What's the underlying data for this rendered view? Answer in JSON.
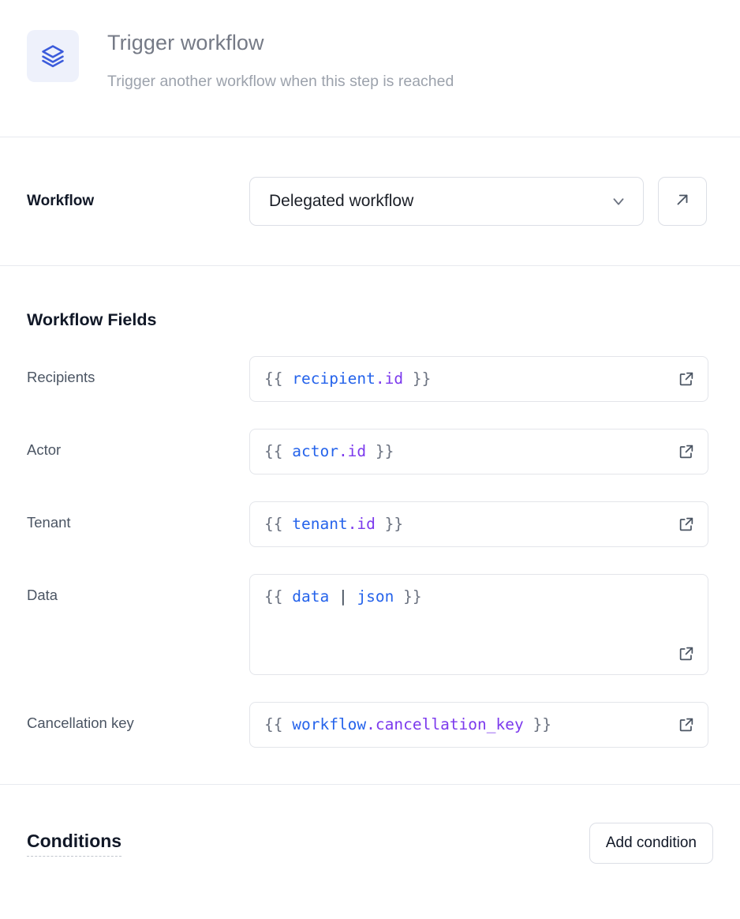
{
  "header": {
    "icon": "layers-icon",
    "title": "Trigger workflow",
    "subtitle": "Trigger another workflow when this step is reached",
    "icon_color": "#3b5bdb",
    "icon_bg": "#eef1fb"
  },
  "workflow_row": {
    "label": "Workflow",
    "selected": "Delegated workflow",
    "chevron_icon": "chevron-down-icon",
    "open_icon": "arrow-up-right-icon"
  },
  "fields_section": {
    "title": "Workflow Fields",
    "expand_icon": "external-link-icon",
    "fields": [
      {
        "label": "Recipients",
        "value": "{{ recipient.id }}",
        "tall": false,
        "tokens": [
          {
            "t": "{{ ",
            "c": "brace"
          },
          {
            "t": "recipient",
            "c": "var"
          },
          {
            "t": ".id",
            "c": "prop"
          },
          {
            "t": " }}",
            "c": "brace"
          }
        ]
      },
      {
        "label": "Actor",
        "value": "{{ actor.id }}",
        "tall": false,
        "tokens": [
          {
            "t": "{{ ",
            "c": "brace"
          },
          {
            "t": "actor",
            "c": "var"
          },
          {
            "t": ".id",
            "c": "prop"
          },
          {
            "t": " }}",
            "c": "brace"
          }
        ]
      },
      {
        "label": "Tenant",
        "value": "{{ tenant.id }}",
        "tall": false,
        "tokens": [
          {
            "t": "{{ ",
            "c": "brace"
          },
          {
            "t": "tenant",
            "c": "var"
          },
          {
            "t": ".id",
            "c": "prop"
          },
          {
            "t": " }}",
            "c": "brace"
          }
        ]
      },
      {
        "label": "Data",
        "value": "{{ data | json }}",
        "tall": true,
        "tokens": [
          {
            "t": "{{ ",
            "c": "brace"
          },
          {
            "t": "data",
            "c": "var"
          },
          {
            "t": " | ",
            "c": "pipe"
          },
          {
            "t": "json",
            "c": "var"
          },
          {
            "t": " }}",
            "c": "brace"
          }
        ]
      },
      {
        "label": "Cancellation key",
        "value": "{{ workflow.cancellation_key }}",
        "tall": false,
        "tokens": [
          {
            "t": "{{ ",
            "c": "brace"
          },
          {
            "t": "workflow",
            "c": "var"
          },
          {
            "t": ".cancellation_key",
            "c": "prop"
          },
          {
            "t": " }}",
            "c": "brace"
          }
        ]
      }
    ]
  },
  "conditions_section": {
    "title": "Conditions",
    "add_button": "Add condition"
  },
  "colors": {
    "accent_blue": "#3b5bdb",
    "token_var": "#2563eb",
    "token_prop": "#7c3aed",
    "border": "#e3e5ea",
    "divider": "#e8eaef",
    "text_muted": "#6b7280"
  }
}
